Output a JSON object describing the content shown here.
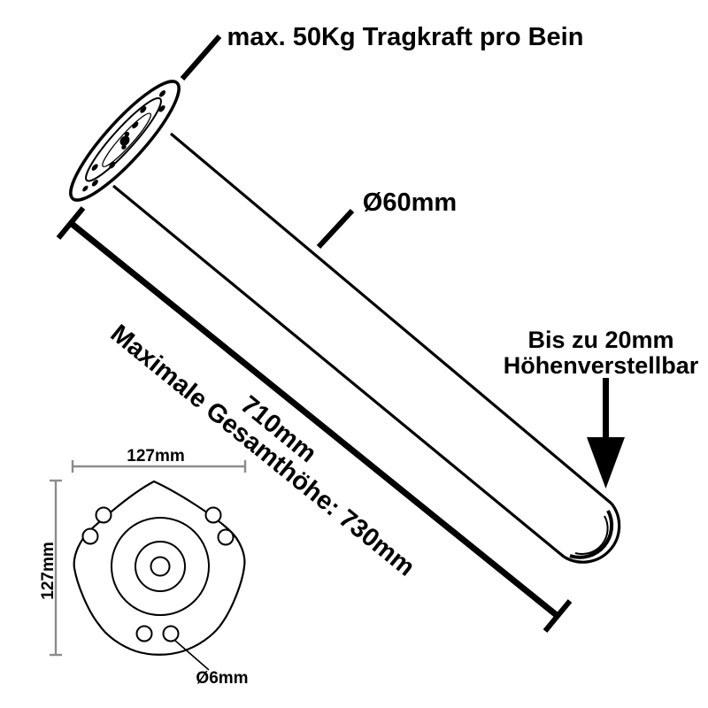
{
  "colors": {
    "ink": "#000000",
    "dim": "#8c8c8c",
    "bg": "#ffffff"
  },
  "side_view": {
    "capacity_label": "max. 50Kg Tragkraft pro Bein",
    "diameter_label": "Ø60mm",
    "adjust_label_line1": "Bis zu 20mm",
    "adjust_label_line2": "Höhenverstellbar",
    "length_label": "710mm",
    "total_height_label": "Maximale Gesamthöhe: 730mm"
  },
  "top_view": {
    "width_label": "127mm",
    "height_label": "127mm",
    "hole_diameter_label": "Ø6mm"
  }
}
